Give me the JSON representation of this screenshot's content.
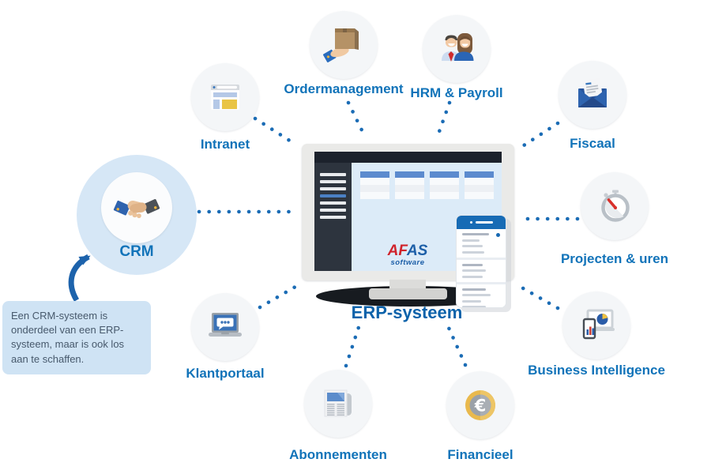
{
  "diagram": {
    "title_context": "ERP-systeem modules diagram",
    "center": {
      "label": "ERP-systeem",
      "logo_primary": "AF",
      "logo_secondary": "AS",
      "logo_subtitle": "software"
    },
    "callout": {
      "text": "Een CRM-systeem is onderdeel van een ERP-systeem, maar is ook los aan te schaffen."
    },
    "colors": {
      "label_blue": "#1173b9",
      "dot_line_blue": "#1b6cb5",
      "crm_halo": "#d6e7f6",
      "callout_bg": "#cfe3f4",
      "callout_text": "#47596c",
      "afas_red": "#d0242c",
      "afas_blue": "#1d5fa8"
    },
    "modules": [
      {
        "id": "intranet",
        "label": "Intranet",
        "icon": "browser-window-icon"
      },
      {
        "id": "ordermanagement",
        "label": "Ordermanagement",
        "icon": "package-hand-icon"
      },
      {
        "id": "hrm-payroll",
        "label": "HRM & Payroll",
        "icon": "employees-icon"
      },
      {
        "id": "fiscaal",
        "label": "Fiscaal",
        "icon": "envelope-letter-icon"
      },
      {
        "id": "crm",
        "label": "CRM",
        "icon": "handshake-icon"
      },
      {
        "id": "projecten-uren",
        "label": "Projecten & uren",
        "icon": "stopwatch-icon"
      },
      {
        "id": "klantportaal",
        "label": "Klantportaal",
        "icon": "laptop-chat-icon"
      },
      {
        "id": "business-intelligence",
        "label": "Business Intelligence",
        "icon": "analytics-devices-icon"
      },
      {
        "id": "abonnementen",
        "label": "Abonnementen",
        "icon": "newspaper-icon"
      },
      {
        "id": "financieel",
        "label": "Financieel",
        "icon": "euro-coin-icon"
      }
    ]
  }
}
